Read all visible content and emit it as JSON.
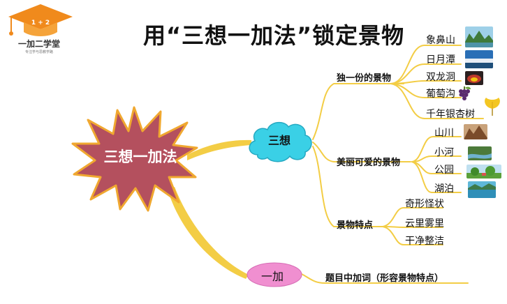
{
  "title": "用“三想一加法”锁定景物",
  "logo": {
    "name": "一加二学堂",
    "badge": "1 + 2",
    "slogan": "专注学与思教学路"
  },
  "root": {
    "label": "三想一加法"
  },
  "nodes": {
    "sanxiang": "三想",
    "yijia": "一加"
  },
  "branches": [
    {
      "label": "独一份的景物",
      "leaves": [
        "象鼻山",
        "日月潭",
        "双龙洞",
        "葡萄沟",
        "千年银杏树"
      ]
    },
    {
      "label": "美丽可爱的景物",
      "leaves": [
        "山川",
        "小河",
        "公园",
        "湖泊"
      ]
    },
    {
      "label": "景物特点",
      "leaves": [
        "奇形怪状",
        "云里雾里",
        "干净整洁"
      ]
    }
  ],
  "yijia_branch": "题目中加词（形容景物特点）",
  "colors": {
    "root_fill": "#b4505e",
    "root_stroke": "#f0a830",
    "cloud_fill": "#3ad0e6",
    "ellipse_fill": "#f08fd0",
    "link_color": "#f3cd45"
  },
  "icons": {
    "象鼻山": "karst-river-photo",
    "日月潭": "lake-sky-photo",
    "双龙洞": "cave-photo",
    "葡萄沟": "grapes-icon",
    "千年银杏树": "ginkgo-leaf-icon",
    "山川": "mountain-photo",
    "小河": "river-photo",
    "公园": "park-photo",
    "湖泊": "lake-photo"
  }
}
